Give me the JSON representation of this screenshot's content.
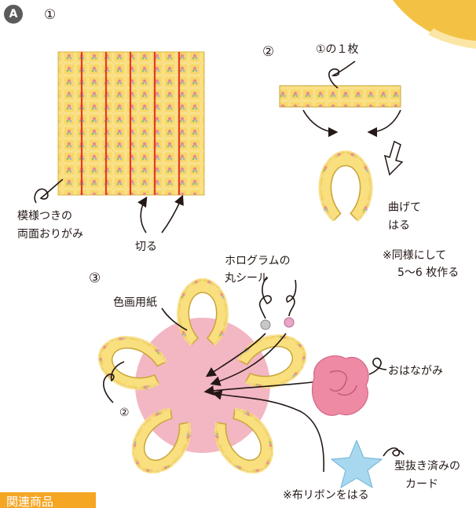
{
  "badge": "A",
  "steps": {
    "s1": "①",
    "s2": "②",
    "s3": "③"
  },
  "labels": {
    "one_sheet": "①の１枚",
    "double_sided_line1": "模様つきの",
    "double_sided_line2": "両面おりがみ",
    "cut": "切る",
    "bend_line1": "曲げて",
    "bend_line2": "はる",
    "repeat_line1": "※同様にして",
    "repeat_line2": "5〜6 枚作る",
    "hologram_line1": "ホログラムの",
    "hologram_line2": "丸シール",
    "colored_paper": "色画用紙",
    "step2_ref": "②",
    "flower_paper": "おはながみ",
    "card_line1": "型抜き済みの",
    "card_line2": "カード",
    "ribbon_note": "※布リボンをはる"
  },
  "footer_tab": "関連商品",
  "colors": {
    "paper_yellow": "#f7d768",
    "cut_line_red": "#e83828",
    "pink_disc": "#f3b6c3",
    "flower_pink": "#ee8aa3",
    "star_blue": "#a8d8f0",
    "accent_orange": "#f5a623"
  }
}
